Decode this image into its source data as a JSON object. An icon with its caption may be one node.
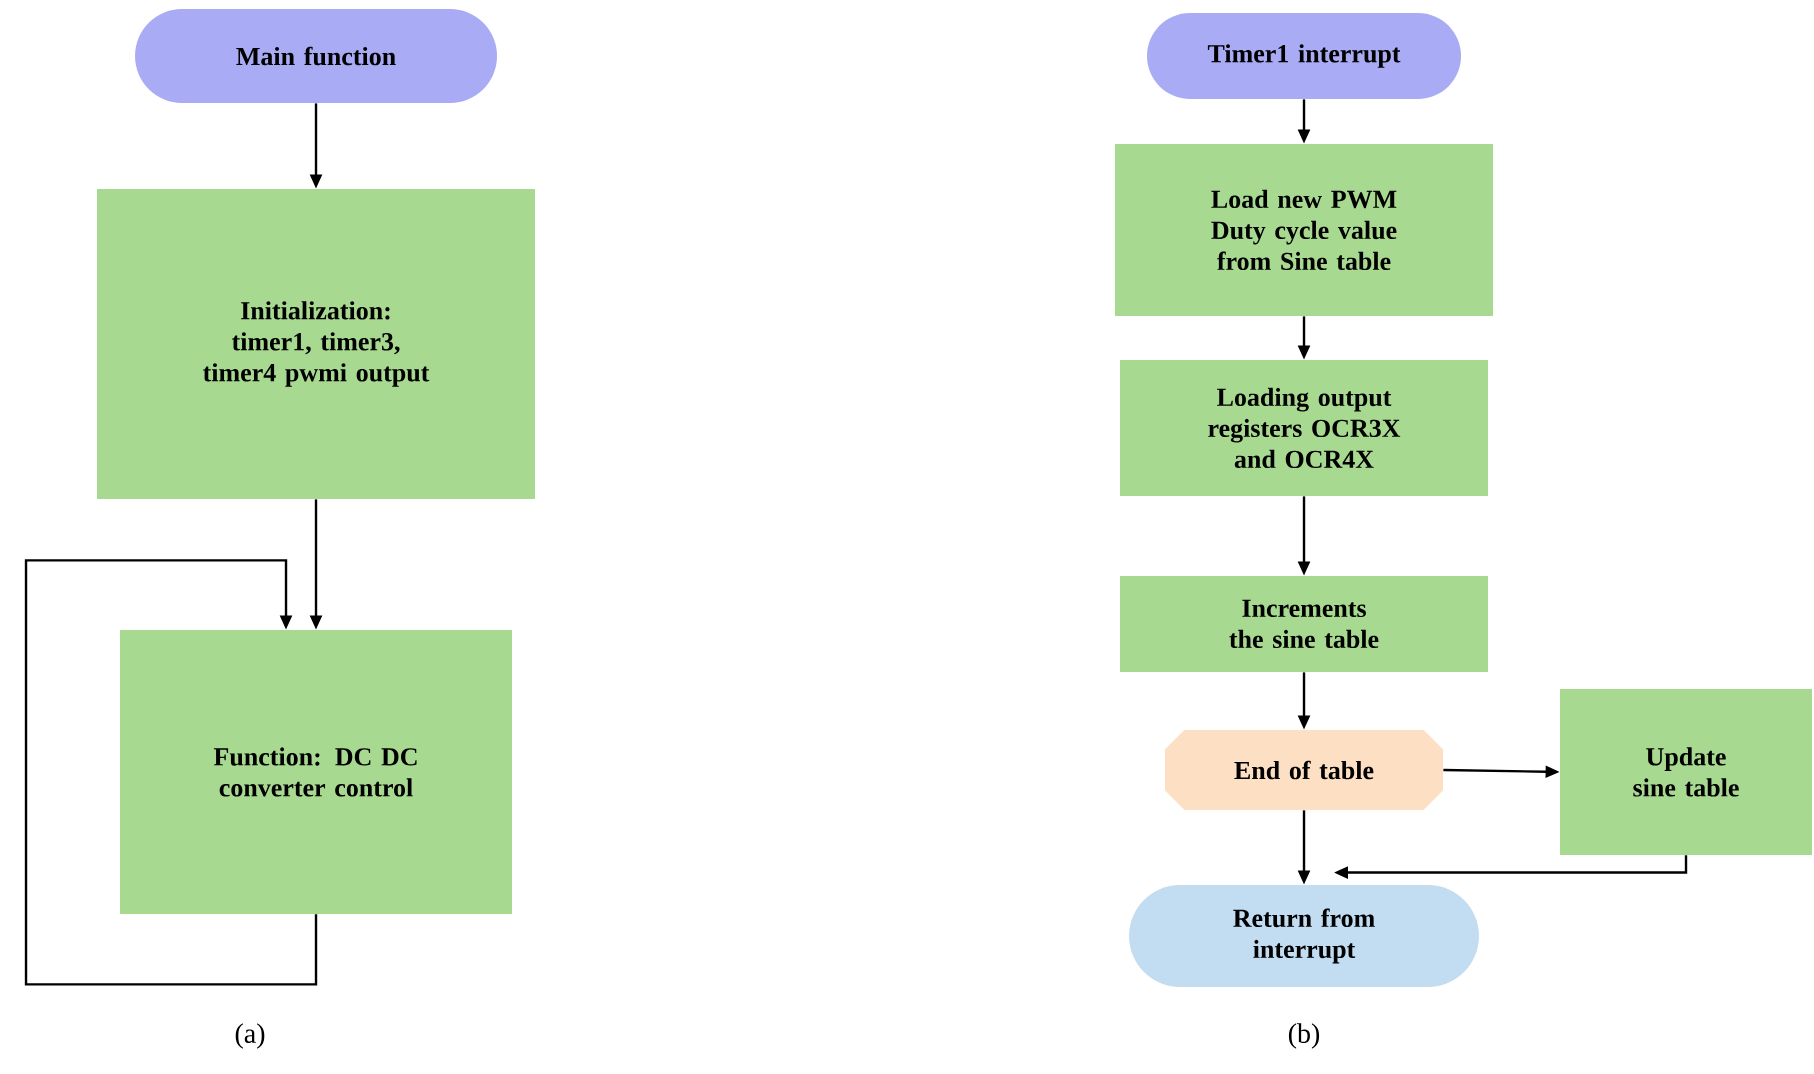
{
  "diagram": {
    "nodes": [
      {
        "text": [
          "Main function"
        ]
      },
      {
        "text": [
          "Initialization: timer1, timer3, timer4 pwmi output"
        ]
      },
      {
        "text": [
          "Function: DC DC converter control"
        ]
      },
      {
        "text": [
          "Timer1 interrupt"
        ]
      },
      {
        "text": [
          "Load new PWM Duty cycle value from Sine table"
        ]
      },
      {
        "text": [
          "Loading output registers OCR3X and OCR4X"
        ]
      },
      {
        "text": [
          "Increments the sine table"
        ]
      },
      {
        "text": [
          "End of table"
        ]
      },
      {
        "text": [
          "Update sine table"
        ]
      },
      {
        "text": [
          "Return from interrupt"
        ]
      }
    ],
    "edges": [
      {
        "from": 0,
        "to": 1,
        "arrow": "to"
      },
      {
        "from": 1,
        "to": 2,
        "arrow": "to"
      },
      {
        "from": 2,
        "to": 2,
        "arrow": "to"
      },
      {
        "from": 3,
        "to": 4,
        "arrow": "to"
      },
      {
        "from": 4,
        "to": 5,
        "arrow": "to"
      },
      {
        "from": 5,
        "to": 6,
        "arrow": "to"
      },
      {
        "from": 6,
        "to": 7,
        "arrow": "to"
      },
      {
        "from": 7,
        "to": 8,
        "arrow": "to"
      },
      {
        "from": 7,
        "to": 9,
        "arrow": "to"
      },
      {
        "from": 8,
        "to": 9,
        "arrow": "to"
      }
    ],
    "labels": [
      "(a)",
      "(b)"
    ]
  }
}
